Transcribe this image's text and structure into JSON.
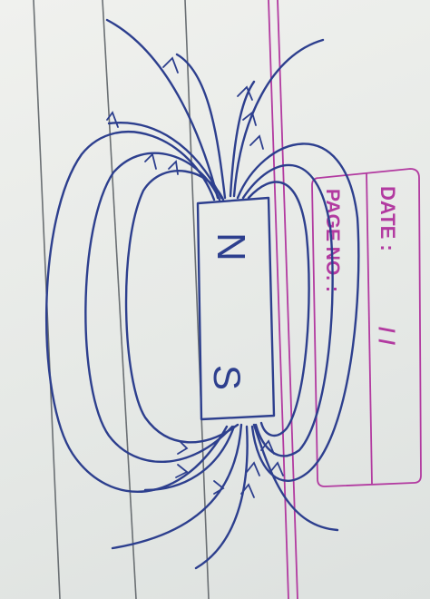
{
  "magnet": {
    "north_label": "N",
    "south_label": "S"
  },
  "page_stamp": {
    "date_label": "DATE :",
    "date_value": "/   /",
    "page_label": "PAGE NO. :"
  },
  "colors": {
    "ink": "#2d3f8e",
    "margin_pink": "#b23aa0",
    "paper": "#e9ebe8"
  }
}
